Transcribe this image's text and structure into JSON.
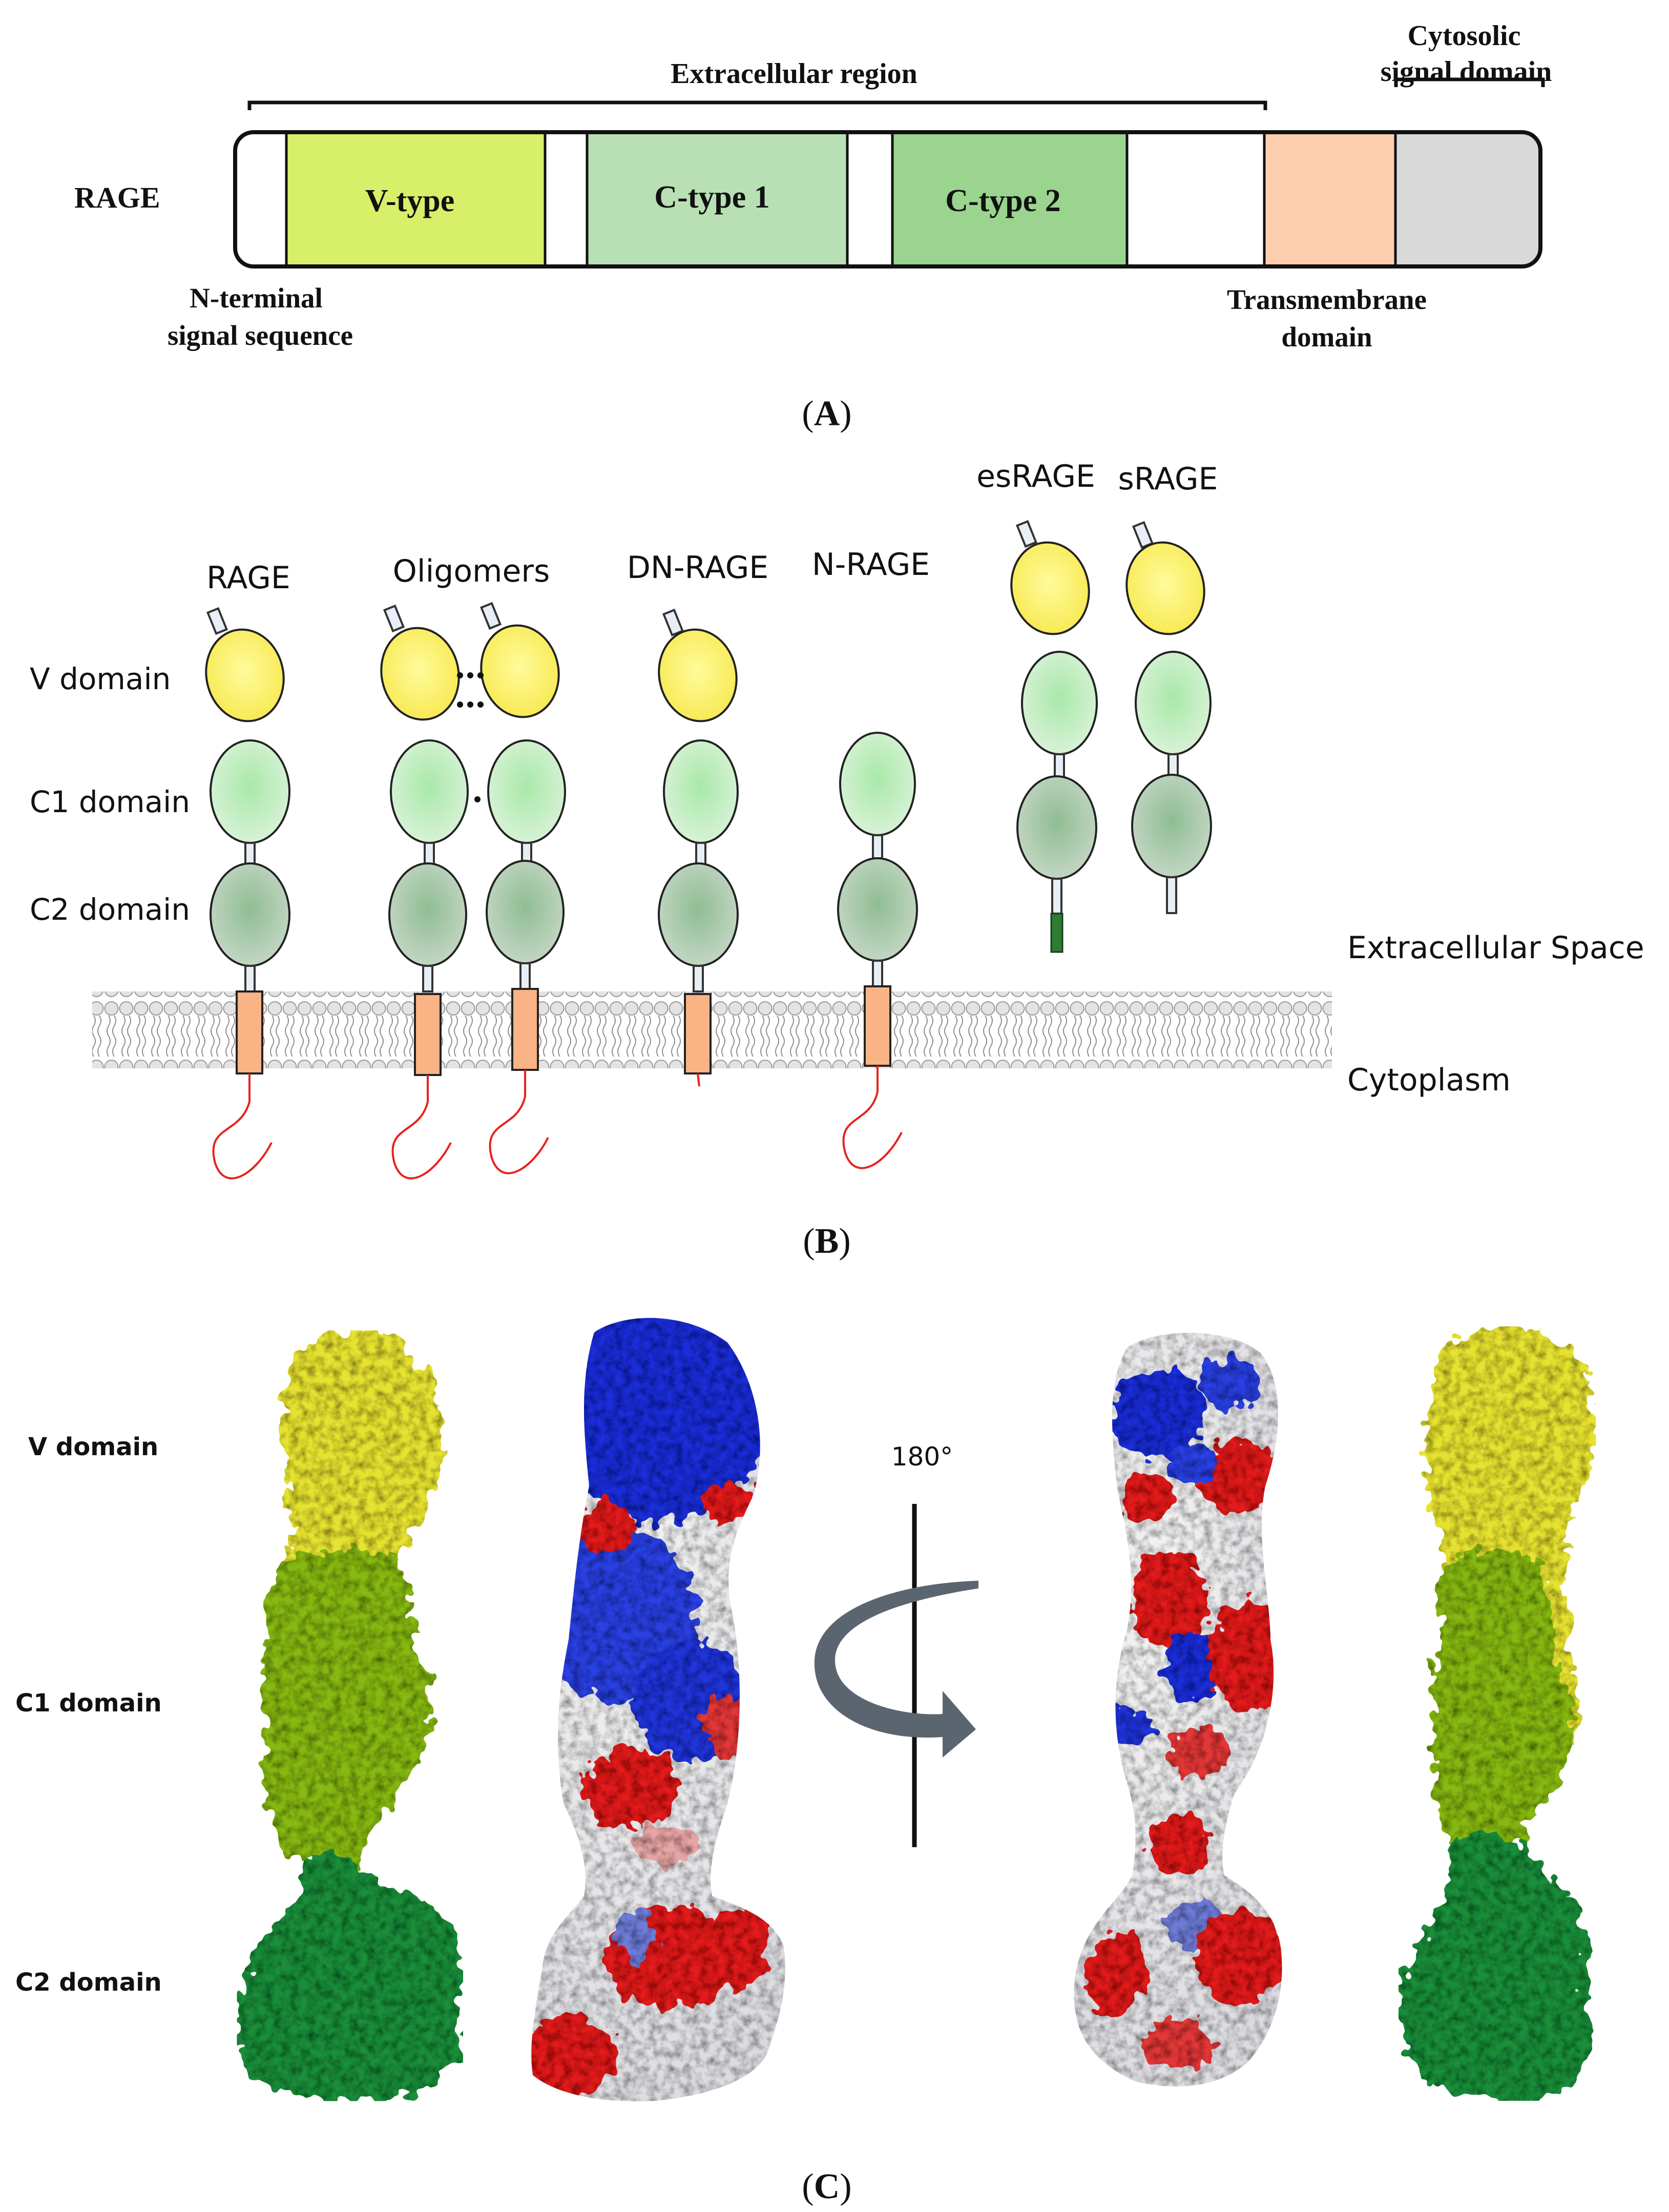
{
  "panel_a": {
    "label_open": "(",
    "label_letter": "A",
    "label_close": ")",
    "protein_name": "RAGE",
    "extracellular_region": "Extracellular region",
    "cytosolic_line1": "Cytosolic",
    "cytosolic_line2": "signal domain",
    "n_terminal_line1": "N-terminal",
    "n_terminal_line2": "signal sequence",
    "transmembrane_line1": "Transmembrane",
    "transmembrane_line2": "domain",
    "segments": [
      {
        "name": "n-terminal",
        "label": "",
        "color": "#ffffff"
      },
      {
        "name": "v-type",
        "label": "V-type",
        "color": "#d8ef6a"
      },
      {
        "name": "linker-1",
        "label": "",
        "color": "#ffffff"
      },
      {
        "name": "c-type-1",
        "label": "C-type 1",
        "color": "#b9e0b4"
      },
      {
        "name": "linker-2",
        "label": "",
        "color": "#ffffff"
      },
      {
        "name": "c-type-2",
        "label": "C-type 2",
        "color": "#9ad48e"
      },
      {
        "name": "linker-3",
        "label": "",
        "color": "#ffffff"
      },
      {
        "name": "transmembrane",
        "label": "",
        "color": "#fdcfaf"
      },
      {
        "name": "cytosolic",
        "label": "",
        "color": "#d9d9d9"
      }
    ]
  },
  "panel_b": {
    "label_open": "(",
    "label_letter": "B",
    "label_close": ")",
    "row_v": "V domain",
    "row_c1": "C1 domain",
    "row_c2": "C2 domain",
    "extracellular_space": "Extracellular Space",
    "cytoplasm": "Cytoplasm",
    "isoforms": [
      "RAGE",
      "Oligomers",
      "DN-RAGE",
      "N-RAGE",
      "esRAGE",
      "sRAGE"
    ],
    "colors": {
      "v": "#fff27a",
      "c1": "#c6ecc6",
      "c2": "#a9c8ab",
      "tm": "#f9b385",
      "tail": "#e8211e",
      "membrane": "#d3d3d3",
      "es_tail": "#2e7d32"
    }
  },
  "panel_c": {
    "label_open": "(",
    "label_letter": "C",
    "label_close": ")",
    "row_v": "V domain",
    "row_c1": "C1 domain",
    "row_c2": "C2 domain",
    "rotation": "180°",
    "colors": {
      "v": "#e6e233",
      "c1": "#86b817",
      "c2": "#1b8d3b",
      "positive": "#1a2fd6",
      "negative": "#e01a1a",
      "neutral": "#f2f2f2",
      "arrow": "#5b6570"
    }
  }
}
